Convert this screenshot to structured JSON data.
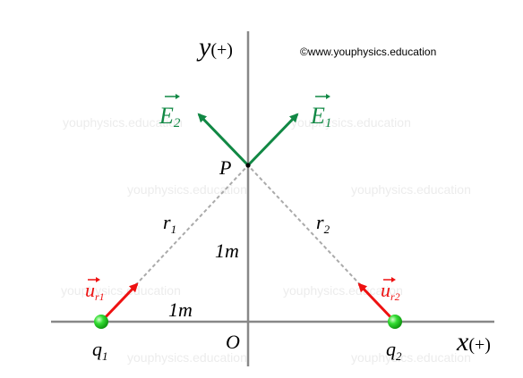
{
  "copyright": "©www.youphysics.education",
  "watermark": "youphysics.education",
  "axes": {
    "x_label": "x",
    "x_sign": "(+)",
    "y_label": "y",
    "y_sign": "(+)"
  },
  "origin_label": "O",
  "point_label": "P",
  "charges": [
    {
      "label": "q",
      "subscript": "1",
      "color": "#22cc22"
    },
    {
      "label": "q",
      "subscript": "2",
      "color": "#22cc22"
    }
  ],
  "distances": {
    "r1": {
      "label": "r",
      "subscript": "1"
    },
    "r2": {
      "label": "r",
      "subscript": "2"
    },
    "vertical": "1m",
    "horizontal": "1m"
  },
  "fields": {
    "E1": {
      "label": "E",
      "subscript": "1",
      "color": "#118844"
    },
    "E2": {
      "label": "E",
      "subscript": "2",
      "color": "#118844"
    }
  },
  "unit_vectors": {
    "ur1": {
      "label": "u",
      "subscript": "r1",
      "color": "#ee1111"
    },
    "ur2": {
      "label": "u",
      "subscript": "r2",
      "color": "#ee1111"
    }
  },
  "colors": {
    "axis": "#888888",
    "dashed": "#aaaaaa",
    "text": "#000000",
    "watermark": "#ececec"
  }
}
